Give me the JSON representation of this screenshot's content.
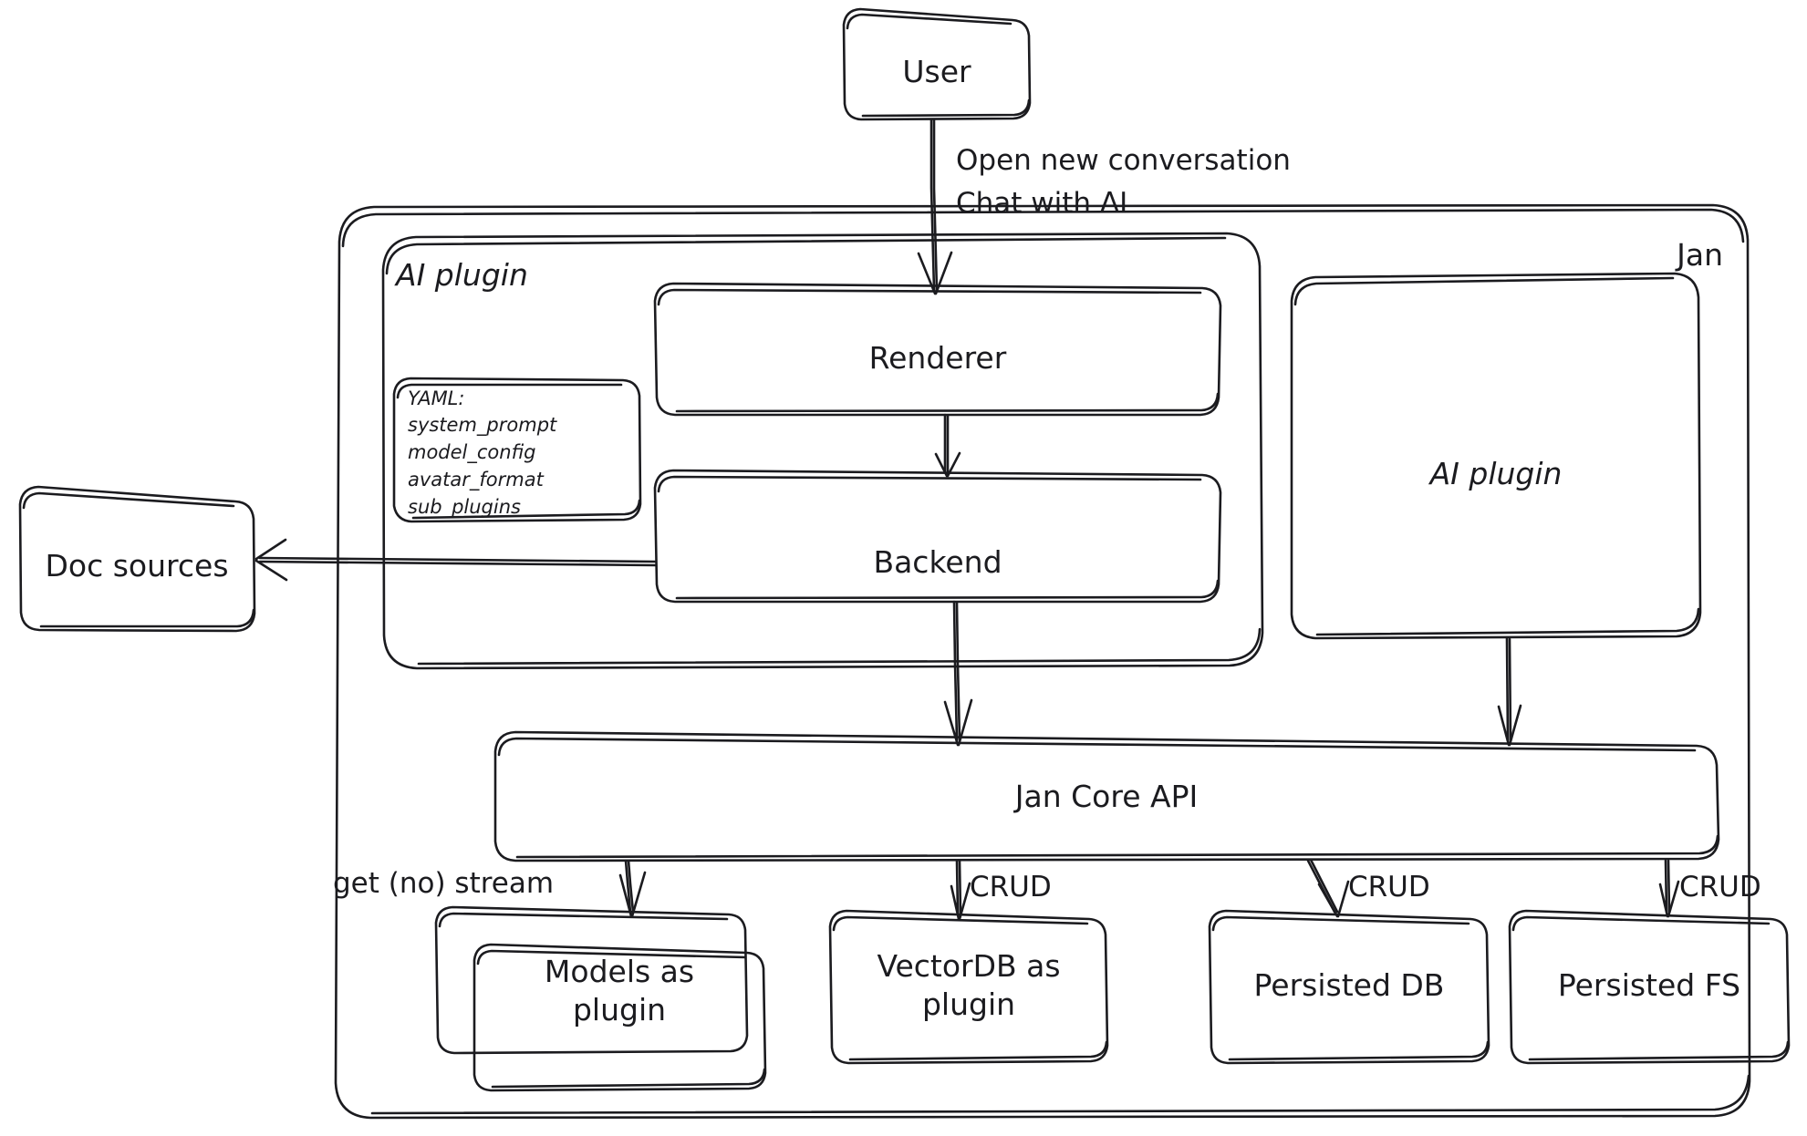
{
  "diagram": {
    "title": "Jan architecture diagram",
    "style": "hand-drawn",
    "stroke_color": "#1b1b1f",
    "background_color": "#ffffff"
  },
  "groups": {
    "jan": {
      "label": "Jan"
    },
    "ai_plugin_group": {
      "label": "AI plugin"
    }
  },
  "nodes": {
    "user": {
      "label": "User"
    },
    "renderer": {
      "label": "Renderer"
    },
    "backend": {
      "label": "Backend"
    },
    "ai_plugin": {
      "label": "AI plugin"
    },
    "doc_sources": {
      "label": "Doc sources"
    },
    "jan_core_api": {
      "label": "Jan Core API"
    },
    "models_as_plugin": {
      "label": "Models as\nplugin"
    },
    "vectordb_as_plugin": {
      "label": "VectorDB as\nplugin"
    },
    "persisted_db": {
      "label": "Persisted DB"
    },
    "persisted_fs": {
      "label": "Persisted FS"
    }
  },
  "yaml_card": {
    "heading": "YAML:",
    "keys": [
      "system_prompt",
      "model_config",
      "avatar_format",
      "sub_plugins"
    ]
  },
  "edges": [
    {
      "id": "user-renderer",
      "from": "user",
      "to": "renderer",
      "label": "Open new conversation\nChat with AI"
    },
    {
      "id": "renderer-backend",
      "from": "renderer",
      "to": "backend",
      "label": ""
    },
    {
      "id": "backend-docsources",
      "from": "backend",
      "to": "doc_sources",
      "label": ""
    },
    {
      "id": "backend-core",
      "from": "backend",
      "to": "jan_core_api",
      "label": ""
    },
    {
      "id": "aiplugin-core",
      "from": "ai_plugin",
      "to": "jan_core_api",
      "label": ""
    },
    {
      "id": "core-models",
      "from": "jan_core_api",
      "to": "models_as_plugin",
      "label": "get (no) stream"
    },
    {
      "id": "core-vectordb",
      "from": "jan_core_api",
      "to": "vectordb_as_plugin",
      "label": "CRUD"
    },
    {
      "id": "core-db",
      "from": "jan_core_api",
      "to": "persisted_db",
      "label": "CRUD"
    },
    {
      "id": "core-fs",
      "from": "jan_core_api",
      "to": "persisted_fs",
      "label": "CRUD"
    }
  ],
  "edge_labels": {
    "user_to_renderer_line1": "Open new conversation",
    "user_to_renderer_line2": "Chat with AI",
    "get_no_stream": "get (no) stream",
    "crud_vectordb": "CRUD",
    "crud_db": "CRUD",
    "crud_fs": "CRUD"
  }
}
